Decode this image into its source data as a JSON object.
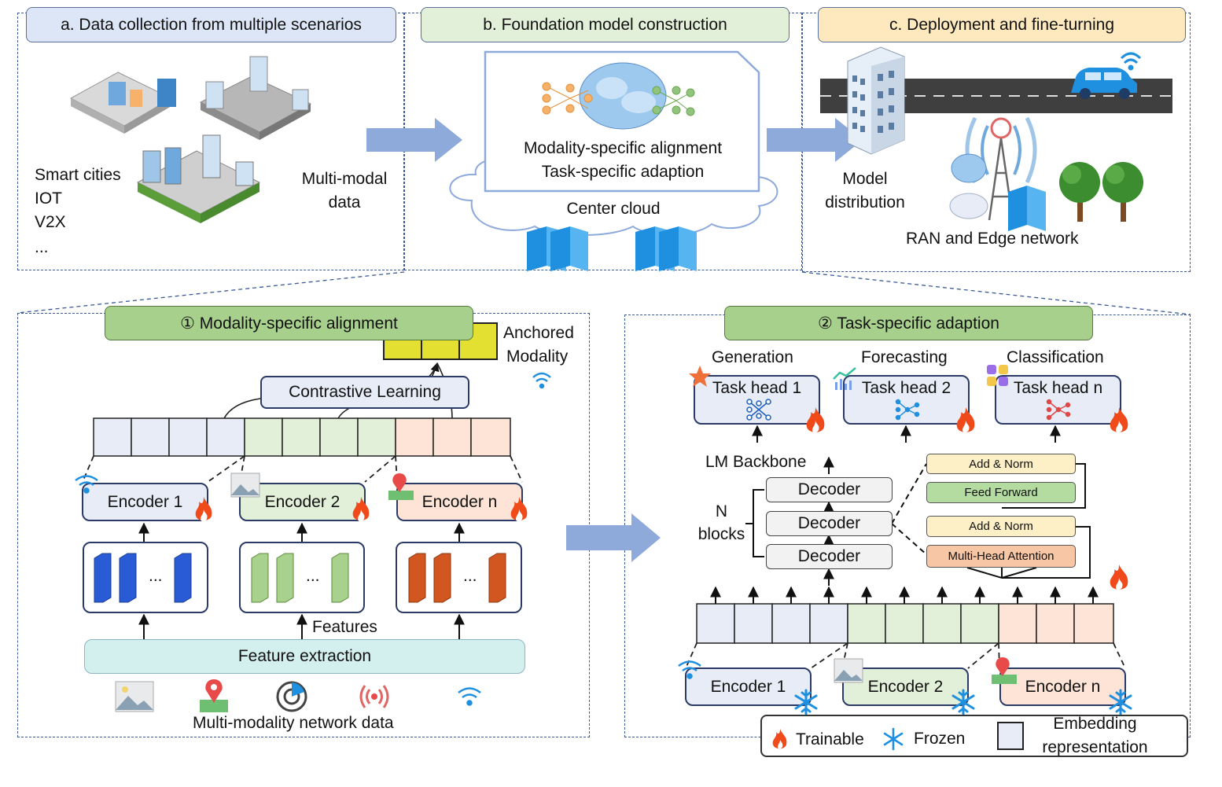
{
  "panels": {
    "a_title": "a. Data collection from multiple scenarios",
    "b_title": "b. Foundation model construction",
    "c_title": "c. Deployment and fine-turning"
  },
  "scenarios": [
    "Smart cities",
    "IOT",
    "V2X",
    "..."
  ],
  "multimodal_data": [
    "Multi-modal",
    "data"
  ],
  "cloud_box": [
    "Modality-specific alignment",
    "Task-specific adaption"
  ],
  "center_cloud": "Center cloud",
  "model_distribution": [
    "Model",
    "distribution"
  ],
  "ran_edge": "RAN  and Edge network",
  "alignment": {
    "title": "① Modality-specific alignment",
    "anchored": [
      "Anchored",
      "Modality"
    ],
    "contrastive": "Contrastive Learning",
    "encoders": [
      "Encoder 1",
      "Encoder 2",
      "Encoder n"
    ],
    "dots": "...",
    "features": "Features",
    "feature_extraction": "Feature extraction",
    "network_data": "Multi-modality network data"
  },
  "adaption": {
    "title": "② Task-specific adaption",
    "task_types": [
      "Generation",
      "Forecasting",
      "Classification"
    ],
    "task_heads": [
      "Task head 1",
      "Task head 2",
      "Task head n"
    ],
    "backbone": "LM Backbone",
    "n_blocks": [
      "N",
      "blocks"
    ],
    "decoders": [
      "Decoder",
      "Decoder",
      "Decoder"
    ],
    "layers": [
      "Add & Norm",
      "Feed Forward",
      "Add & Norm",
      "Multi-Head Attention"
    ],
    "encoders": [
      "Encoder 1",
      "Encoder 2",
      "Encoder n"
    ]
  },
  "legend": {
    "trainable": "Trainable",
    "frozen": "Frozen",
    "embedding": [
      "Embedding",
      "representation"
    ]
  },
  "colors": {
    "panel_border": "#3a5a98",
    "hdr_a": "#dde6f7",
    "hdr_b": "#e3f0d9",
    "hdr_c": "#fde9bd",
    "green_hdr": "#a8d08d",
    "arrow": "#8eaadb",
    "fire": "#f04a1a",
    "snow": "#1f8fe0"
  },
  "icons": [
    "wifi-icon",
    "image-icon",
    "location-icon",
    "radar-icon",
    "signal-icon",
    "fire-icon",
    "snowflake-icon",
    "brain-icon",
    "server-icon",
    "tower-icon",
    "car-icon",
    "tree-icon",
    "building-icon"
  ]
}
